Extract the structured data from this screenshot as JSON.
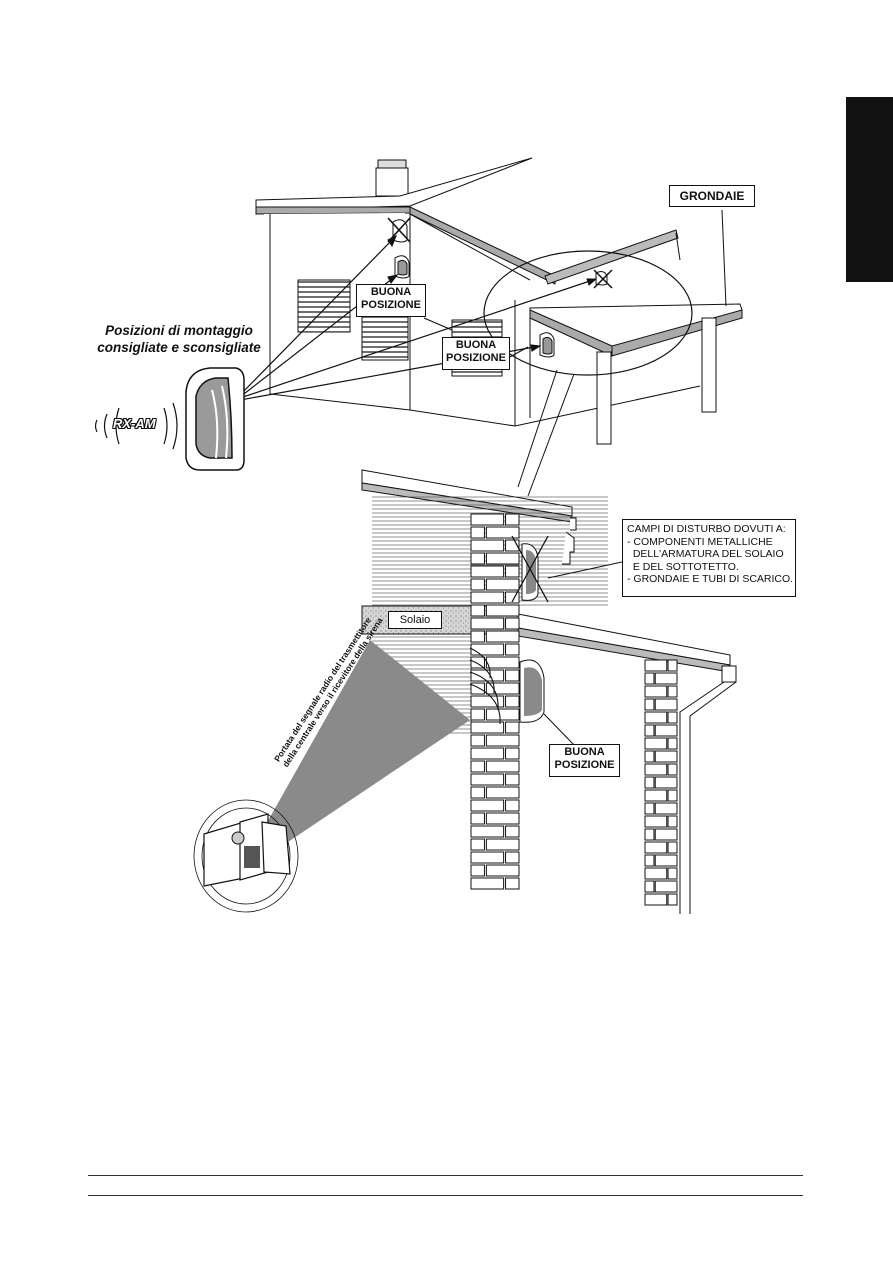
{
  "labels": {
    "grondaie": "GRONDAIE",
    "buona_posizione_lines": [
      "BUONA",
      "POSIZIONE"
    ],
    "posizioni_lines": [
      "Posizioni di montaggio",
      "consigliate e sconsigliate"
    ],
    "device_name": "RX-AM",
    "solaio": "Solaio",
    "disturbo_lines": [
      "CAMPI DI DISTURBO DOVUTI A:",
      "- COMPONENTI METALLICHE",
      "  DELL'ARMATURA DEL SOLAIO",
      "  E DEL SOTTOTETTO.",
      "- GRONDAIE E TUBI DI SCARICO."
    ],
    "portata_lines": [
      "Portata del segnale radio del trasmettitore",
      "della centrale verso il ricevitore della sirena"
    ]
  },
  "colors": {
    "ink": "#111111",
    "signal_cone": "#8a8a8a",
    "solaio_fill": "#cfcfcf",
    "side_tab": "#111111"
  },
  "icons": [
    "sensor-device-icon",
    "crossed-device-icon",
    "control-panel-icon",
    "radio-waves-icon"
  ]
}
